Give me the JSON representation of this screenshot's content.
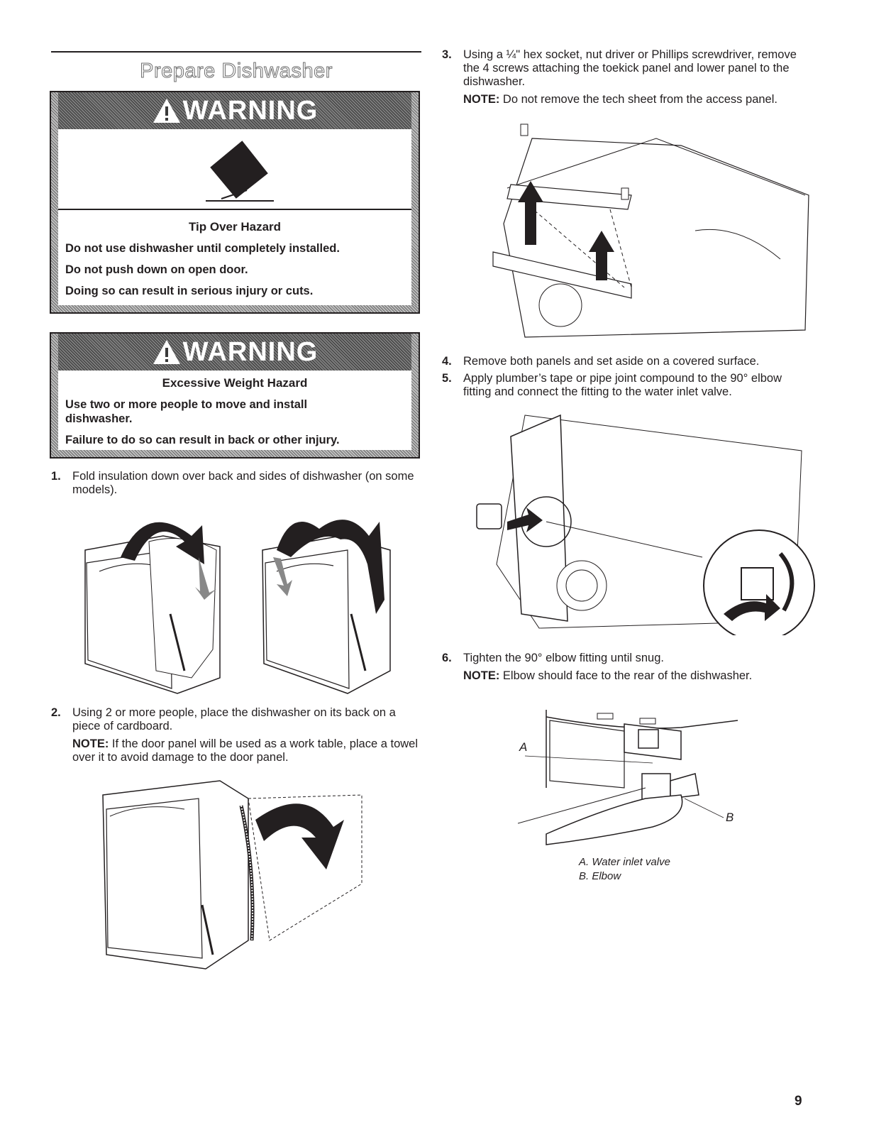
{
  "section": {
    "title": "Prepare Dishwasher"
  },
  "warning1": {
    "header": "WARNING",
    "hazard_title": "Tip Over Hazard",
    "lines": [
      "Do not use dishwasher until completely installed.",
      "Do not push down on open door.",
      "Doing so can result in serious injury or cuts."
    ],
    "icon": "tip-over-diamond-icon"
  },
  "warning2": {
    "header": "WARNING",
    "hazard_title": "Excessive Weight Hazard",
    "lines": [
      "Use two or more people to move and install dishwasher.",
      "Failure to do so can result in back or other injury."
    ]
  },
  "steps": {
    "s1": {
      "num": "1.",
      "text": "Fold insulation down over back and sides of dishwasher (on some models)."
    },
    "s2": {
      "num": "2.",
      "text": "Using 2 or more people, place the dishwasher on its back on a piece of cardboard.",
      "note_label": "NOTE:",
      "note": " If the door panel will be used as a work table, place a towel over it to avoid damage to the door panel."
    },
    "s3": {
      "num": "3.",
      "text": "Using a ¼\" hex socket, nut driver or Phillips screwdriver, remove the 4 screws attaching the toekick panel and lower panel to the dishwasher.",
      "note_label": "NOTE:",
      "note": " Do not remove the tech sheet from the access panel."
    },
    "s4": {
      "num": "4.",
      "text": "Remove both panels and set aside on a covered surface."
    },
    "s5": {
      "num": "5.",
      "text": "Apply plumber’s tape or pipe joint compound to the 90° elbow fitting and connect the fitting to the water inlet valve."
    },
    "s6": {
      "num": "6.",
      "text": "Tighten the 90° elbow fitting until snug.",
      "note_label": "NOTE:",
      "note": " Elbow should face to the rear of the dishwasher."
    }
  },
  "figure_labels": {
    "a": "A",
    "b": "B"
  },
  "captions": {
    "a": "A. Water inlet valve",
    "b": "B. Elbow"
  },
  "page_number": "9"
}
